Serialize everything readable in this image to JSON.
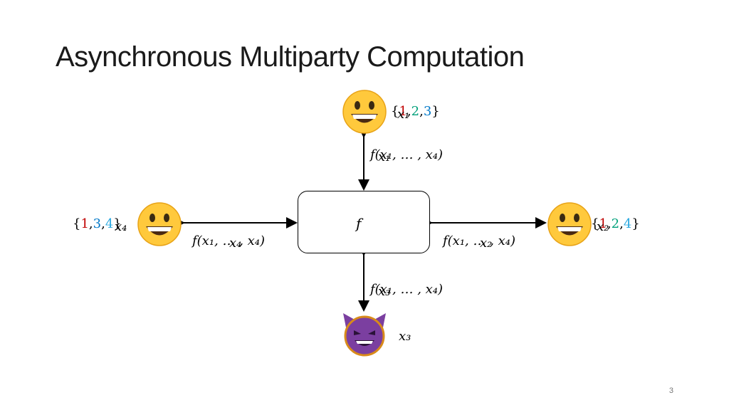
{
  "slide": {
    "title": "Asynchronous Multiparty Computation",
    "page_number": "3"
  },
  "center": {
    "function_label": "f"
  },
  "parties": {
    "p1": {
      "face": "smiley",
      "input": "x₁",
      "set_open": "{",
      "set_1": "1",
      "set_c1": ",",
      "set_2": "2",
      "set_c2": ",",
      "set_3": "3",
      "set_close": "}"
    },
    "p2": {
      "face": "smiley",
      "input": "x₂",
      "set_open": "{",
      "set_1": "1",
      "set_c1": ",",
      "set_2": "2",
      "set_c2": ",",
      "set_3": "4",
      "set_close": "}"
    },
    "p3": {
      "face": "devil",
      "input": "x₃"
    },
    "p4": {
      "face": "smiley",
      "input": "x₄",
      "set_open": "{",
      "set_1": "1",
      "set_c1": ",",
      "set_2": "3",
      "set_c2": ",",
      "set_3": "4",
      "set_close": "}"
    }
  },
  "edges": {
    "top": "f(x₁, … , x₄)",
    "top_overlap": "x₁",
    "bottom": "f(x₁, … , x₄)",
    "bottom_overlap": "x₃",
    "left": "f(x₁, … , x₄)",
    "left_overlap": "x₄",
    "right": "f(x₁, … , x₄)",
    "right_overlap": "x₂"
  },
  "colors": {
    "red": "#c00000",
    "teal": "#00a07a",
    "blue": "#0078c8",
    "cyan": "#2aa8e0"
  }
}
